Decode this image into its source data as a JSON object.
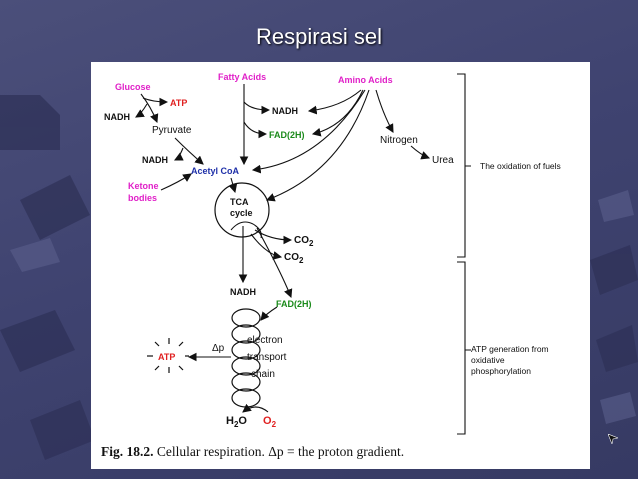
{
  "slide": {
    "title": "Respirasi sel"
  },
  "diagram": {
    "fuels": {
      "glucose": "Glucose",
      "fatty_acids": "Fatty Acids",
      "amino_acids": "Amino Acids",
      "ketone_1": "Ketone",
      "ketone_2": "bodies"
    },
    "intermediates": {
      "pyruvate": "Pyruvate",
      "acetyl_coa": "Acetyl CoA",
      "nitrogen": "Nitrogen",
      "urea": "Urea"
    },
    "tca": {
      "line1": "TCA",
      "line2": "cycle"
    },
    "cofactors": {
      "nadh_1": "NADH",
      "nadh_2": "NADH",
      "nadh_3": "NADH",
      "nadh_4": "NADH",
      "fad_1": "FAD(2H)",
      "fad_2": "FAD(2H)",
      "atp_top": "ATP",
      "atp_main": "ATP"
    },
    "co2_1": {
      "base": "CO",
      "sub": "2"
    },
    "co2_2": {
      "base": "CO",
      "sub": "2"
    },
    "etc": {
      "line1": "electron",
      "line2": "transport",
      "line3": "chain",
      "delta_p": "Δp"
    },
    "products": {
      "h2o_h": "H",
      "h2o_sub": "2",
      "h2o_o": "O",
      "o2_o": "O",
      "o2_sub": "2"
    },
    "brackets": {
      "fuel_oxidation": "The oxidation of fuels",
      "atp_gen_1": "ATP generation from",
      "atp_gen_2": "oxidative",
      "atp_gen_3": "phosphorylation"
    },
    "caption": {
      "label": "Fig. 18.2.",
      "text": "Cellular respiration. Δp = the proton gradient."
    }
  },
  "colors": {
    "magenta": "#e020c8",
    "red": "#e02020",
    "green": "#1a8a1a",
    "blue": "#1e2fa8",
    "black": "#111111"
  }
}
